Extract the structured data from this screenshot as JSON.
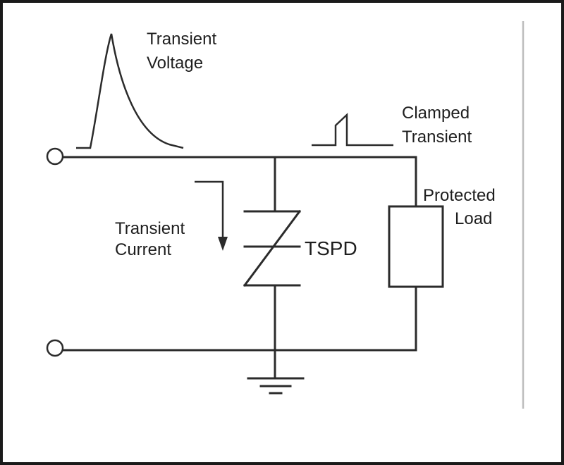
{
  "labels": {
    "transient_voltage": [
      "Transient",
      "Voltage"
    ],
    "clamped_transient": [
      "Clamped",
      "Transient"
    ],
    "protected_load": [
      "Protected",
      "Load"
    ],
    "transient_current": [
      "Transient",
      "Current"
    ],
    "tspd": "TSPD"
  },
  "colors": {
    "line": "#2b2b2b",
    "text": "#1e1e1e",
    "border": "#1a1a1a",
    "side_rule": "#bdbdbd"
  }
}
